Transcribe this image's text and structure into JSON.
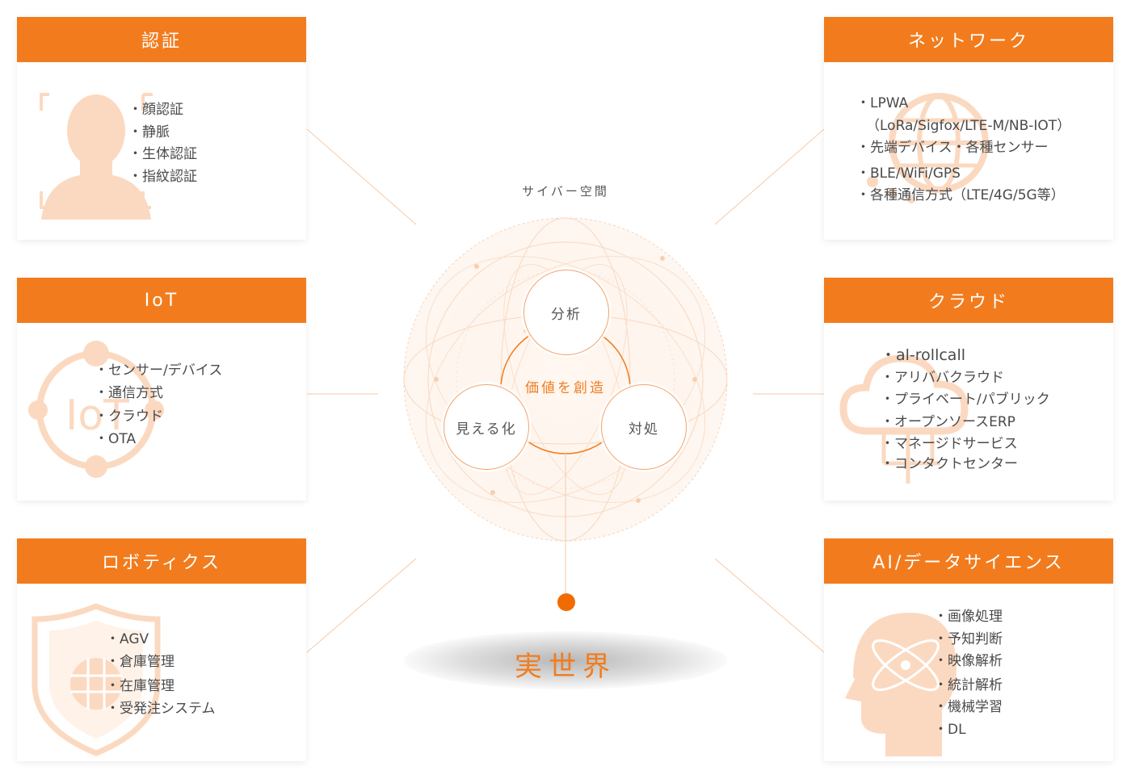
{
  "cards": {
    "auth": {
      "title": "認証",
      "items": [
        "・顔認証",
        "・静脈",
        "・生体認証",
        "・指紋認証"
      ]
    },
    "network": {
      "title": "ネットワーク",
      "items": [
        "・LPWA",
        "（LoRa/Sigfox/LTE-M/NB-IOT）",
        "・先端デバイス・各種センサー",
        "・BLE/WiFi/GPS",
        "・各種通信方式（LTE/4G/5G等）"
      ]
    },
    "iot": {
      "title": "IoT",
      "deco_text": "IoT",
      "items": [
        "・センサー/デバイス",
        "・通信方式",
        "・クラウド",
        "・OTA"
      ]
    },
    "cloud": {
      "title": "クラウド",
      "items": [
        "・al-rollcall",
        "・アリババクラウド",
        "・プライベート/パブリック",
        "・オープンソースERP",
        "・マネージドサービス",
        "・コンタクトセンター"
      ]
    },
    "robotics": {
      "title": "ロボティクス",
      "items": [
        "・AGV",
        "・倉庫管理",
        "・在庫管理",
        "・受発注システム"
      ]
    },
    "ai": {
      "title": "AI/データサイエンス",
      "items": [
        "・画像処理",
        "・予知判断",
        "・映像解析",
        "・統計解析",
        "・機械学習",
        "・DL"
      ]
    }
  },
  "center": {
    "cyber_label": "サイバー空間",
    "analysis": "分析",
    "visualize": "見える化",
    "respond": "対処",
    "value": "価値を創造",
    "real_world": "実世界"
  },
  "colors": {
    "accent": "#f27c1d",
    "decoration": "#fbd9c0",
    "connector": "#f6c9a8"
  }
}
